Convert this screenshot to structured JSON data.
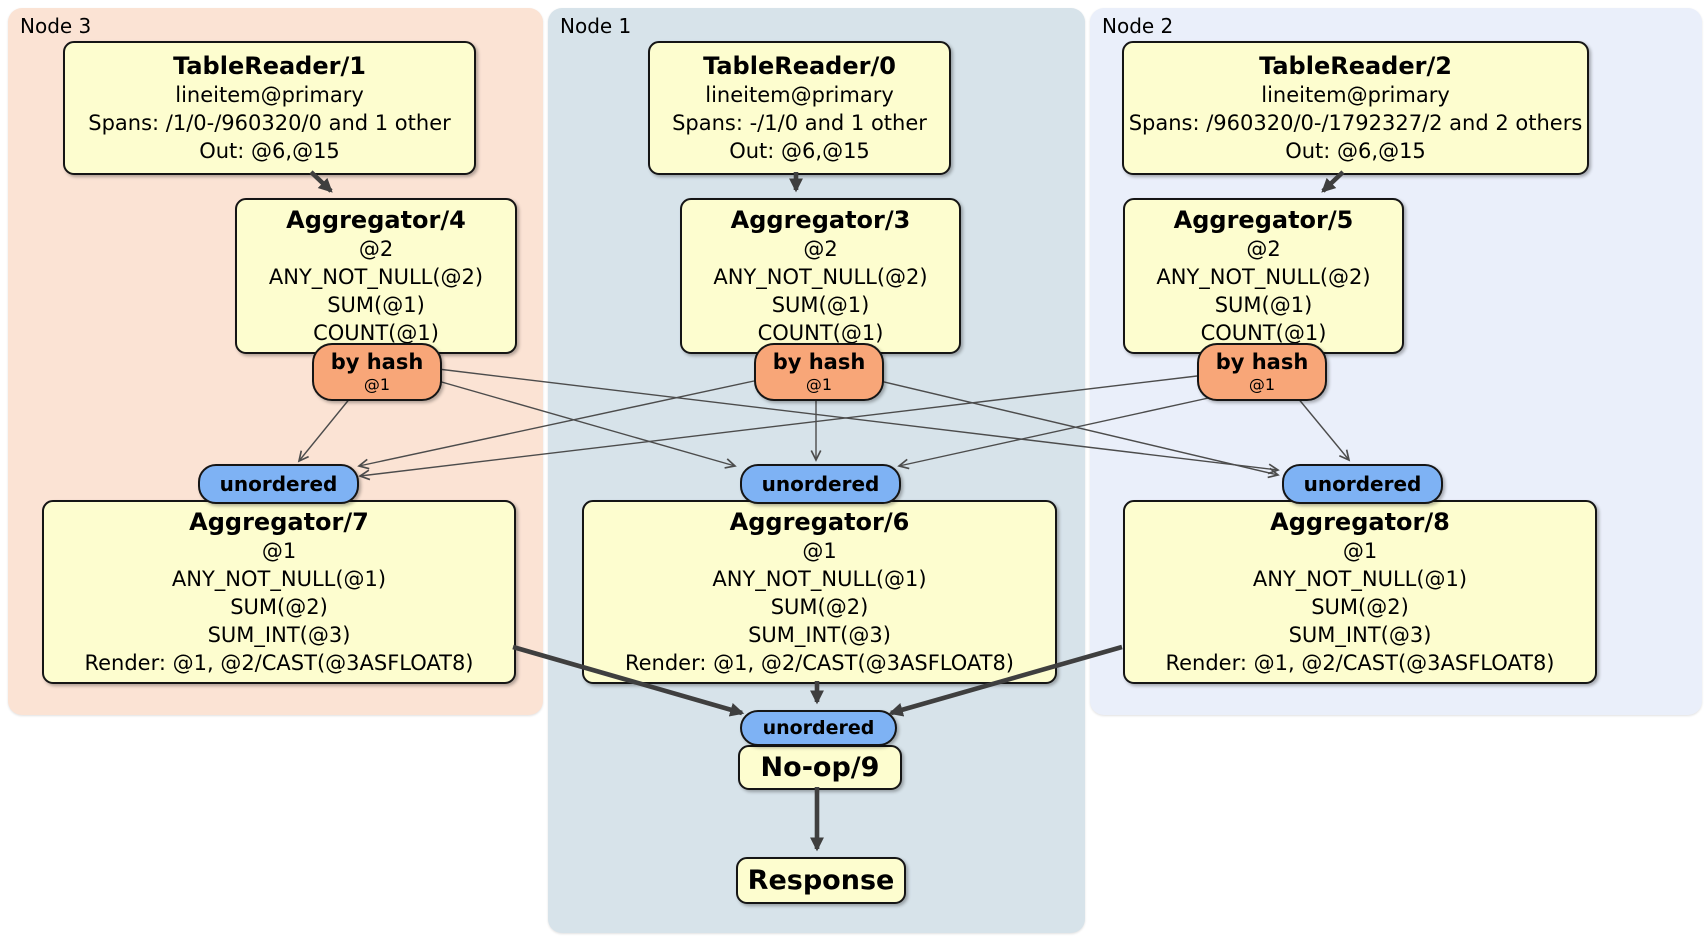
{
  "palette": {
    "region_node3_bg": "#fbe3d4",
    "region_node1_bg": "#d7e3ea",
    "region_node2_bg": "#eaeffa",
    "processor_box_bg": "#fdfdcf",
    "processor_border": "#151515",
    "hash_router_bg": "#f8a678",
    "unordered_sync_bg": "#7eb2f4",
    "thick_edge_color": "#3f3f3f",
    "thin_edge_color": "#4c4c4c"
  },
  "regions": {
    "node3": {
      "label": "Node 3"
    },
    "node1": {
      "label": "Node 1"
    },
    "node2": {
      "label": "Node 2"
    }
  },
  "processors": {
    "tr1": {
      "title": "TableReader/1",
      "lines": [
        "lineitem@primary",
        "Spans: /1/0-/960320/0 and 1 other",
        "Out: @6,@15"
      ]
    },
    "tr0": {
      "title": "TableReader/0",
      "lines": [
        "lineitem@primary",
        "Spans: -/1/0 and 1 other",
        "Out: @6,@15"
      ]
    },
    "tr2": {
      "title": "TableReader/2",
      "lines": [
        "lineitem@primary",
        "Spans: /960320/0-/1792327/2 and 2 others",
        "Out: @6,@15"
      ]
    },
    "agg4": {
      "title": "Aggregator/4",
      "lines": [
        "@2",
        "ANY_NOT_NULL(@2)",
        "SUM(@1)",
        "COUNT(@1)"
      ]
    },
    "agg3": {
      "title": "Aggregator/3",
      "lines": [
        "@2",
        "ANY_NOT_NULL(@2)",
        "SUM(@1)",
        "COUNT(@1)"
      ]
    },
    "agg5": {
      "title": "Aggregator/5",
      "lines": [
        "@2",
        "ANY_NOT_NULL(@2)",
        "SUM(@1)",
        "COUNT(@1)"
      ]
    },
    "agg7": {
      "title": "Aggregator/7",
      "lines": [
        "@1",
        "ANY_NOT_NULL(@1)",
        "SUM(@2)",
        "SUM_INT(@3)",
        "Render: @1, @2/CAST(@3ASFLOAT8)"
      ]
    },
    "agg6": {
      "title": "Aggregator/6",
      "lines": [
        "@1",
        "ANY_NOT_NULL(@1)",
        "SUM(@2)",
        "SUM_INT(@3)",
        "Render: @1, @2/CAST(@3ASFLOAT8)"
      ]
    },
    "agg8": {
      "title": "Aggregator/8",
      "lines": [
        "@1",
        "ANY_NOT_NULL(@1)",
        "SUM(@2)",
        "SUM_INT(@3)",
        "Render: @1, @2/CAST(@3ASFLOAT8)"
      ]
    },
    "noop": {
      "title": "No-op/9"
    },
    "response": {
      "title": "Response"
    }
  },
  "routers": {
    "by_hash": {
      "label": "by hash",
      "sub": "@1"
    },
    "unordered": {
      "label": "unordered"
    }
  }
}
